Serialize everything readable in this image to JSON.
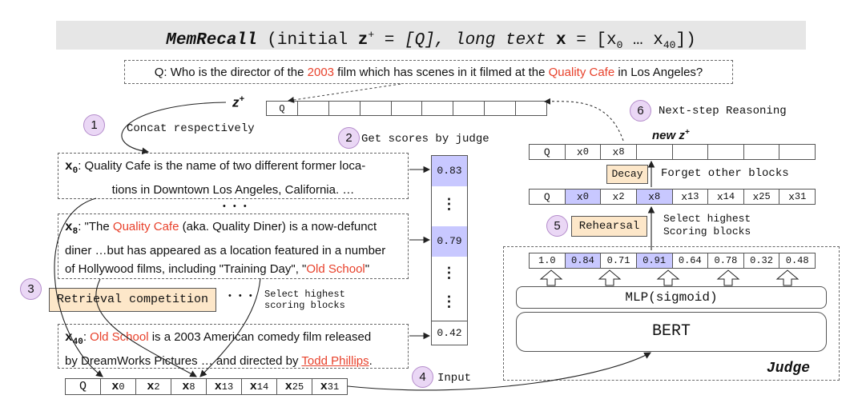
{
  "title": {
    "name": "MemRecall",
    "open": " (initial ",
    "z": "z",
    "zsup": "+",
    "mid1": " = [Q], long text ",
    "x": "x",
    "mid2": " = [",
    "x0": "x",
    "x0sub": "0",
    "dots": " … ",
    "x40": "x",
    "x40sub": "40",
    "close": "])"
  },
  "question": {
    "pre1": "Q: Who is the director of the ",
    "red1": "2003",
    "pre2": " film which has scenes in it filmed at the ",
    "red2": "Quality Cafe",
    "post": " in Los Angeles?"
  },
  "zplus": {
    "label": "z",
    "sup": "+",
    "cells": [
      "Q",
      "",
      "",
      "",
      "",
      "",
      "",
      "",
      ""
    ]
  },
  "steps": {
    "s1": {
      "num": "1",
      "text": "Concat respectively"
    },
    "s2": {
      "num": "2",
      "text": "Get scores by judge"
    },
    "s3": {
      "num": "3",
      "text": "Retrieval competition",
      "note_line1": "Select highest",
      "note_line2": "scoring blocks"
    },
    "s4": {
      "num": "4",
      "text": "Input"
    },
    "s5": {
      "num": "5",
      "text": "Rehearsal",
      "note_line1": "Select highest",
      "note_line2": "Scoring blocks"
    },
    "s6": {
      "num": "6",
      "text": "Next-step Reasoning"
    }
  },
  "blocks": {
    "x0": {
      "label": "x",
      "sub": "0",
      "text1": ": Quality Cafe is the name of two different former loca-",
      "text2": "tions in Downtown Los Angeles, California. …"
    },
    "x8": {
      "label": "x",
      "sub": "8",
      "text1a": ": \"The ",
      "red1": "Quality Cafe",
      "text1b": " (aka. Quality Diner) is a now-defunct",
      "text2": "diner …but has appeared as a location featured in a number",
      "text3a": "of Hollywood films, including \"Training Day\", \"",
      "red2": "Old School",
      "text3b": "\""
    },
    "x40": {
      "label": "x",
      "sub": "40",
      "text1a": ": ",
      "red1": "Old School",
      "text1b": " is a 2003 American comedy film released",
      "text2a": "by DreamWorks Pictures … and directed by ",
      "red2": "Todd Phillips",
      "text2b": "."
    },
    "ellipsis": "• • •"
  },
  "scores": {
    "top": "0.83",
    "middle": "0.79",
    "bottom": "0.42",
    "dots": "• • •"
  },
  "input_row": [
    {
      "t": "Q",
      "s": ""
    },
    {
      "t": "x",
      "s": "0"
    },
    {
      "t": "x",
      "s": "2"
    },
    {
      "t": "x",
      "s": "8"
    },
    {
      "t": "x",
      "s": "13"
    },
    {
      "t": "x",
      "s": "14"
    },
    {
      "t": "x",
      "s": "25"
    },
    {
      "t": "x",
      "s": "31"
    }
  ],
  "new_z": {
    "label": "new z",
    "sup": "+",
    "cells": [
      {
        "t": "Q",
        "s": ""
      },
      {
        "t": "x",
        "s": "0"
      },
      {
        "t": "x",
        "s": "8"
      },
      {
        "t": "",
        "s": ""
      },
      {
        "t": "",
        "s": ""
      },
      {
        "t": "",
        "s": ""
      },
      {
        "t": "",
        "s": ""
      },
      {
        "t": "",
        "s": ""
      }
    ]
  },
  "decay": {
    "label": "Decay",
    "note": "Forget other blocks"
  },
  "rehearsal_row": [
    {
      "t": "Q",
      "s": "",
      "hl": false
    },
    {
      "t": "x",
      "s": "0",
      "hl": true
    },
    {
      "t": "x",
      "s": "2",
      "hl": false
    },
    {
      "t": "x",
      "s": "8",
      "hl": true
    },
    {
      "t": "x",
      "s": "13",
      "hl": false
    },
    {
      "t": "x",
      "s": "14",
      "hl": false
    },
    {
      "t": "x",
      "s": "25",
      "hl": false
    },
    {
      "t": "x",
      "s": "31",
      "hl": false
    }
  ],
  "judge_scores": [
    {
      "v": "1.0",
      "hl": false
    },
    {
      "v": "0.84",
      "hl": true
    },
    {
      "v": "0.71",
      "hl": false
    },
    {
      "v": "0.91",
      "hl": true
    },
    {
      "v": "0.64",
      "hl": false
    },
    {
      "v": "0.78",
      "hl": false
    },
    {
      "v": "0.32",
      "hl": false
    },
    {
      "v": "0.48",
      "hl": false
    }
  ],
  "judge": {
    "mlp": "MLP(sigmoid)",
    "bert": "BERT",
    "label": "Judge"
  },
  "colors": {
    "highlight": "#c8c8ff",
    "red_text": "#e8412b",
    "orange_box": "#fde7c9",
    "circle": "#ead7f5",
    "title_bg": "#e6e6e6"
  }
}
